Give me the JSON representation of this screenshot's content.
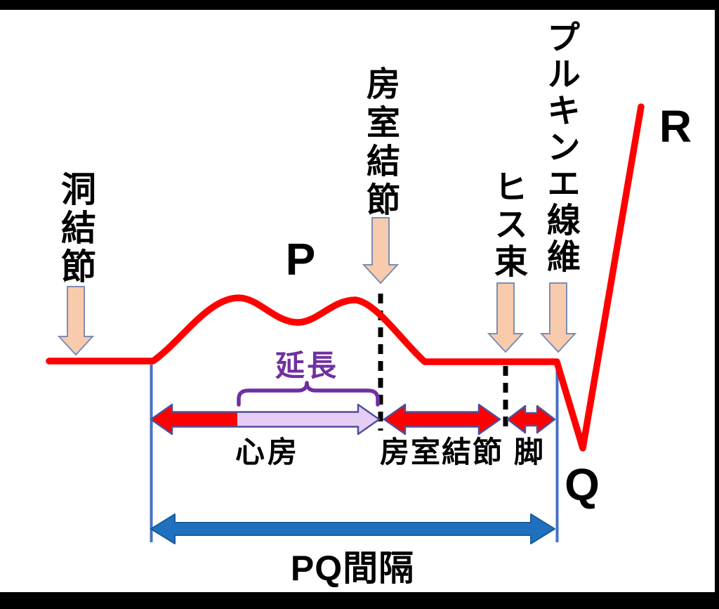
{
  "labels": {
    "sinus_node": "洞結節",
    "av_node_vertical": "房室結節",
    "his_bundle": "ヒス束",
    "purkinje_fibers": "プルキンエ線維",
    "p_wave": "P",
    "r_wave": "R",
    "q_wave": "Q",
    "prolongation": "延長",
    "atrium": "心房",
    "av_node_segment": "房室結節",
    "bundle_branch": "脚",
    "pq_interval": "PQ間隔"
  },
  "colors": {
    "trace_red": "#FF0000",
    "arrow_peach_fill": "#F8CBAD",
    "arrow_peach_outline": "#7C8DB4",
    "segment_arrow_outline": "#4F4F9D",
    "prolongation_lavender": "#E5CDF5",
    "purple": "#7030A0",
    "interval_blue": "#1F70BE",
    "guide_line_blue": "#4472C4",
    "dashed_divider": "#000000",
    "frame": "#000000",
    "background": "#FFFFFF"
  }
}
